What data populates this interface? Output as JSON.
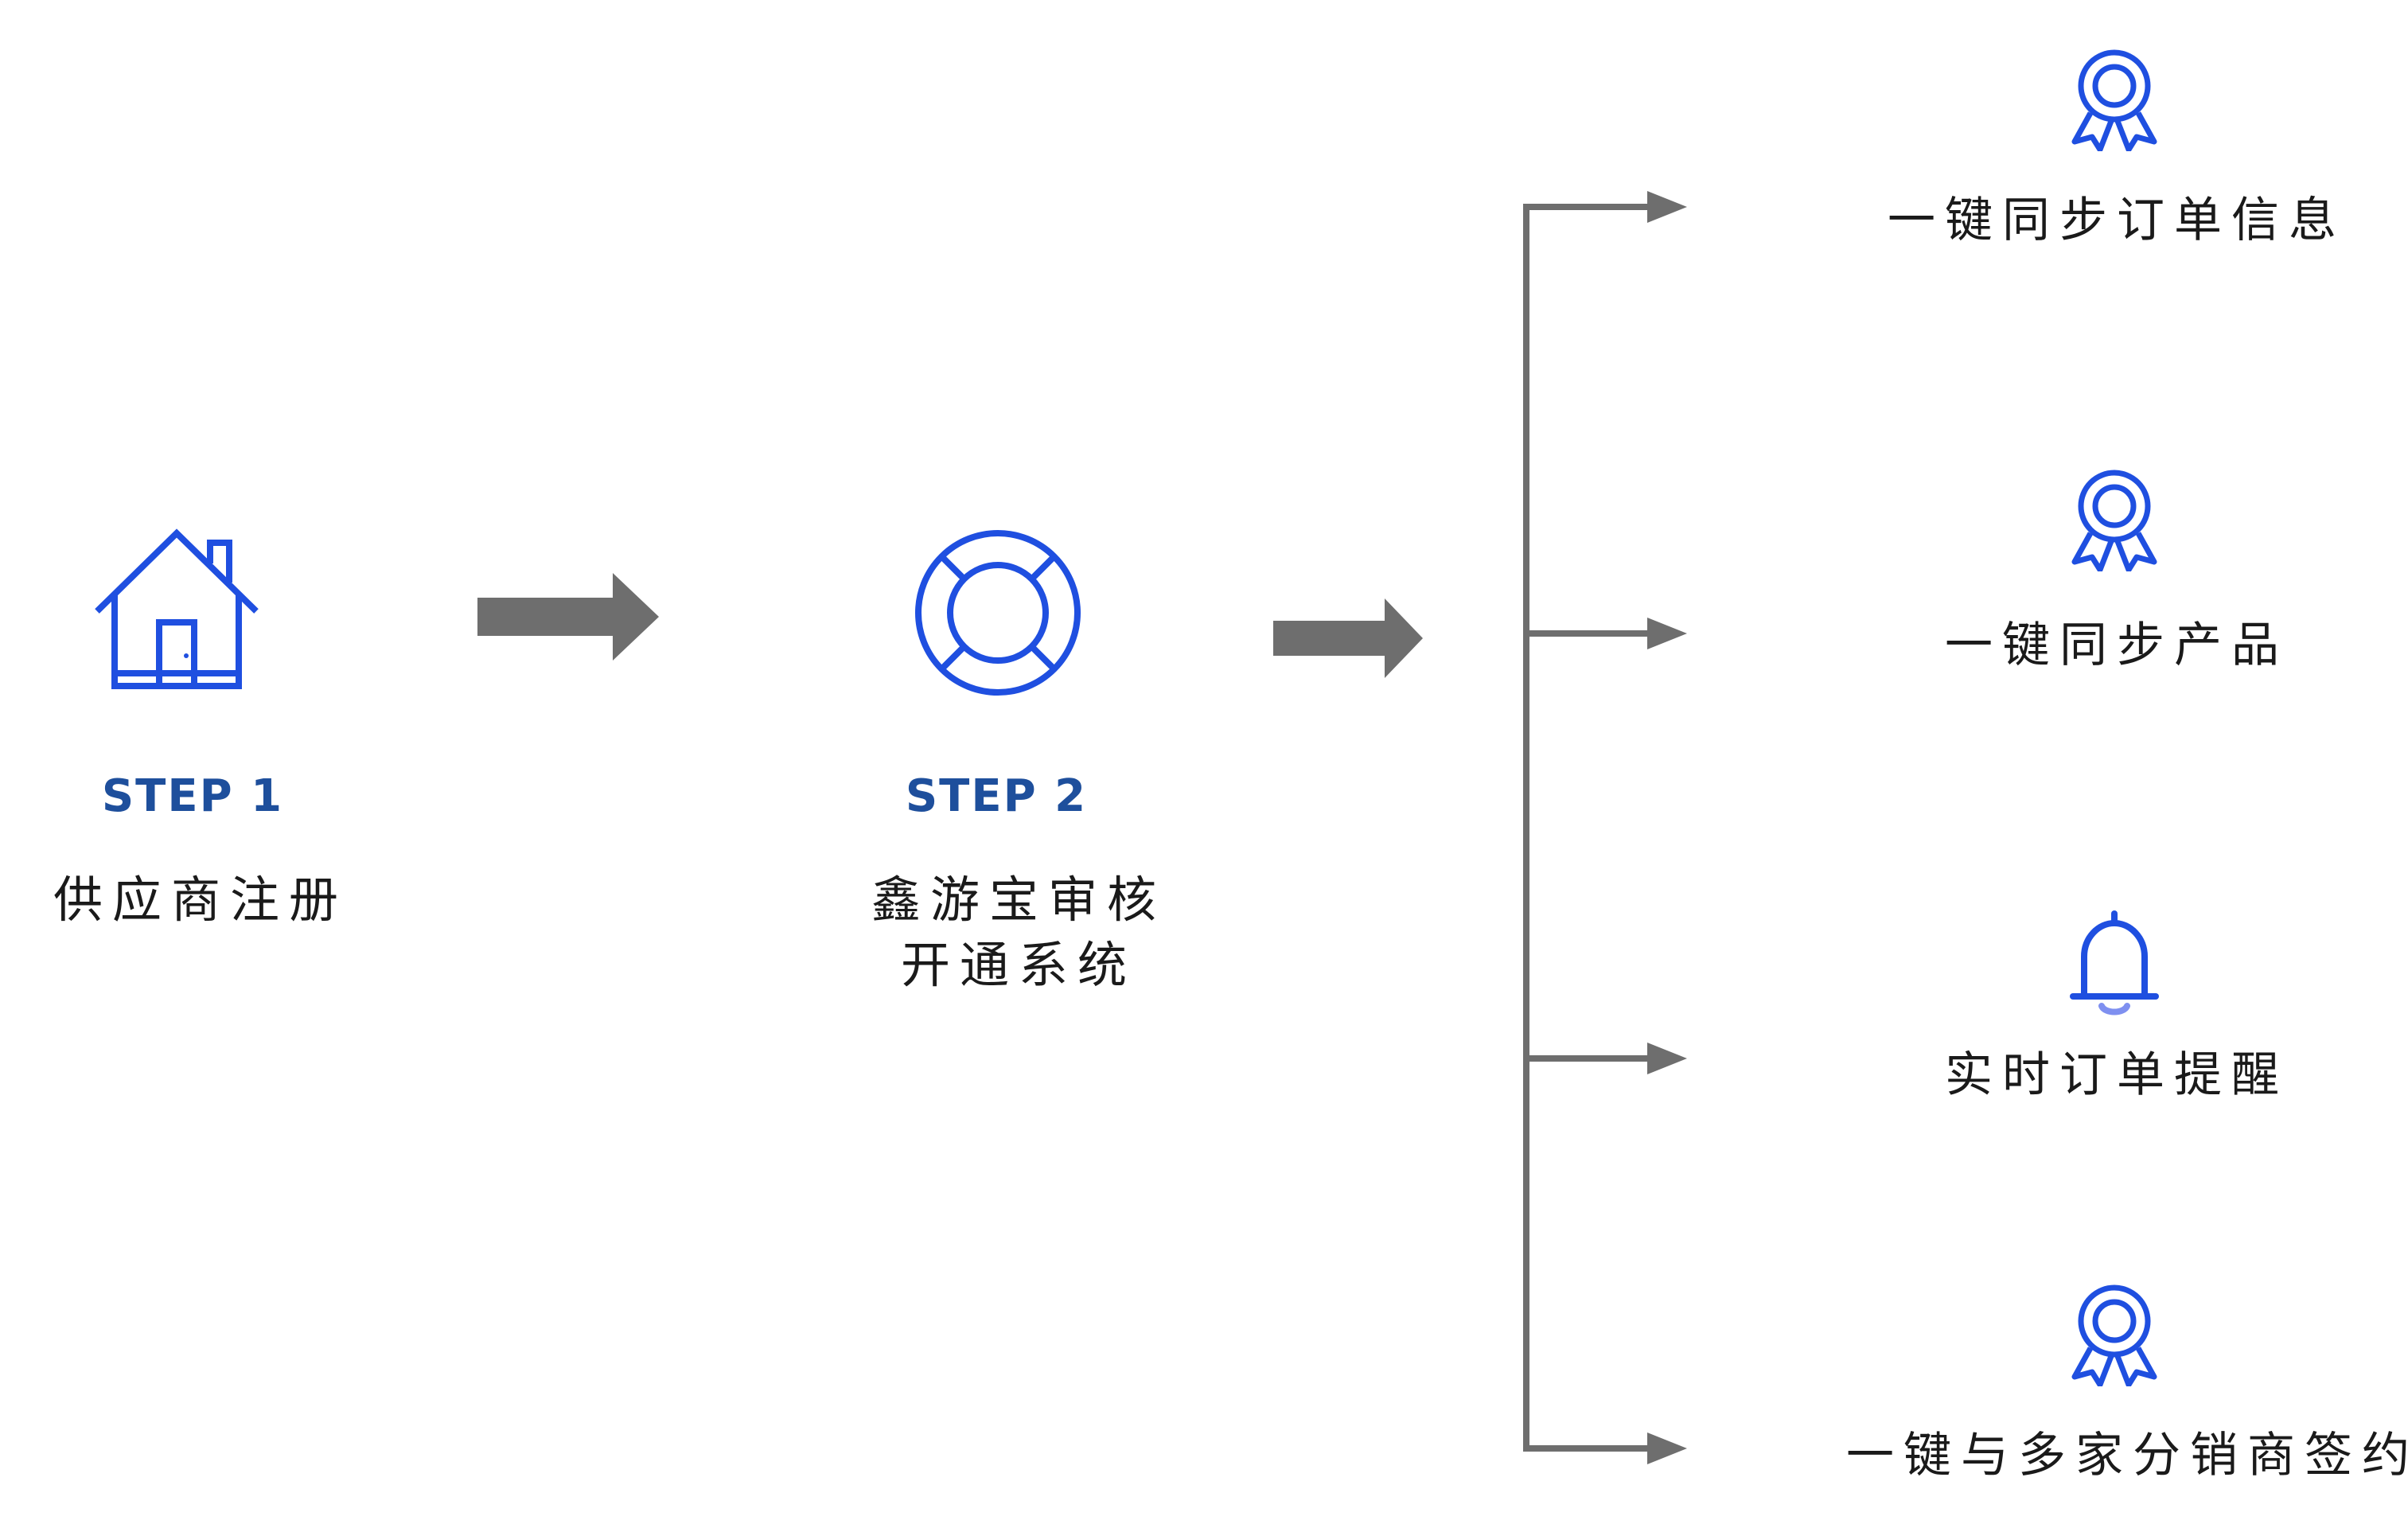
{
  "colors": {
    "icon_blue": "#1f4fe0",
    "step_text": "#1e4f9c",
    "arrow_gray": "#6e6e6e",
    "text": "#1a1a1a"
  },
  "steps": [
    {
      "label": "STEP 1",
      "lines": [
        "供应商注册"
      ],
      "icon": "house-icon"
    },
    {
      "label": "STEP 2",
      "lines": [
        "鑫游宝审核",
        "开通系统"
      ],
      "icon": "lifebuoy-icon"
    }
  ],
  "features": [
    {
      "label": "一键同步订单信息",
      "icon": "award-ribbon-icon"
    },
    {
      "label": "一键同步产品",
      "icon": "award-ribbon-icon"
    },
    {
      "label": "实时订单提醒",
      "icon": "bell-icon"
    },
    {
      "label": "一键与多家分销商签约",
      "icon": "award-ribbon-icon"
    }
  ]
}
